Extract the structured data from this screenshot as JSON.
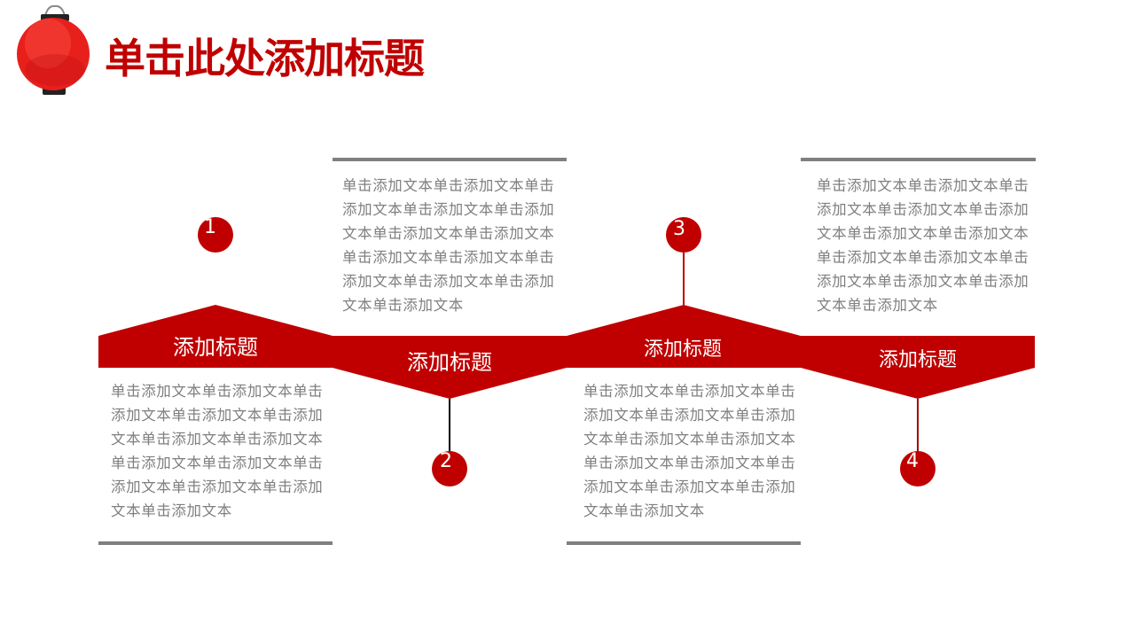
{
  "title": "单击此处添加标题",
  "colors": {
    "accent": "#c00000",
    "bar": "#7f7f7f",
    "text": "#7f7f7f"
  },
  "steps": [
    {
      "number": "1",
      "heading": "添加标题",
      "lines": [
        "单击添加文本单击添加文本单击",
        "添加文本单击添加文本单击添加",
        "文本单击添加文本单击添加文本",
        "单击添加文本单击添加文本单击",
        "添加文本单击添加文本单击添加",
        "文本单击添加文本"
      ]
    },
    {
      "number": "2",
      "heading": "添加标题",
      "lines": [
        "单击添加文本单击添加文本单击",
        "添加文本单击添加文本单击添加",
        "文本单击添加文本单击添加文本",
        "单击添加文本单击添加文本单击",
        "添加文本单击添加文本单击添加",
        "文本单击添加文本"
      ]
    },
    {
      "number": "3",
      "heading": "添加标题",
      "lines": [
        "单击添加文本单击添加文本单击",
        "添加文本单击添加文本单击添加",
        "文本单击添加文本单击添加文本",
        "单击添加文本单击添加文本单击",
        "添加文本单击添加文本单击添加",
        "文本单击添加文本"
      ]
    },
    {
      "number": "4",
      "heading": "添加标题",
      "lines": [
        "单击添加文本单击添加文本单击",
        "添加文本单击添加文本单击添加",
        "文本单击添加文本单击添加文本",
        "单击添加文本单击添加文本单击",
        "添加文本单击添加文本单击添加",
        "文本单击添加文本"
      ]
    }
  ]
}
